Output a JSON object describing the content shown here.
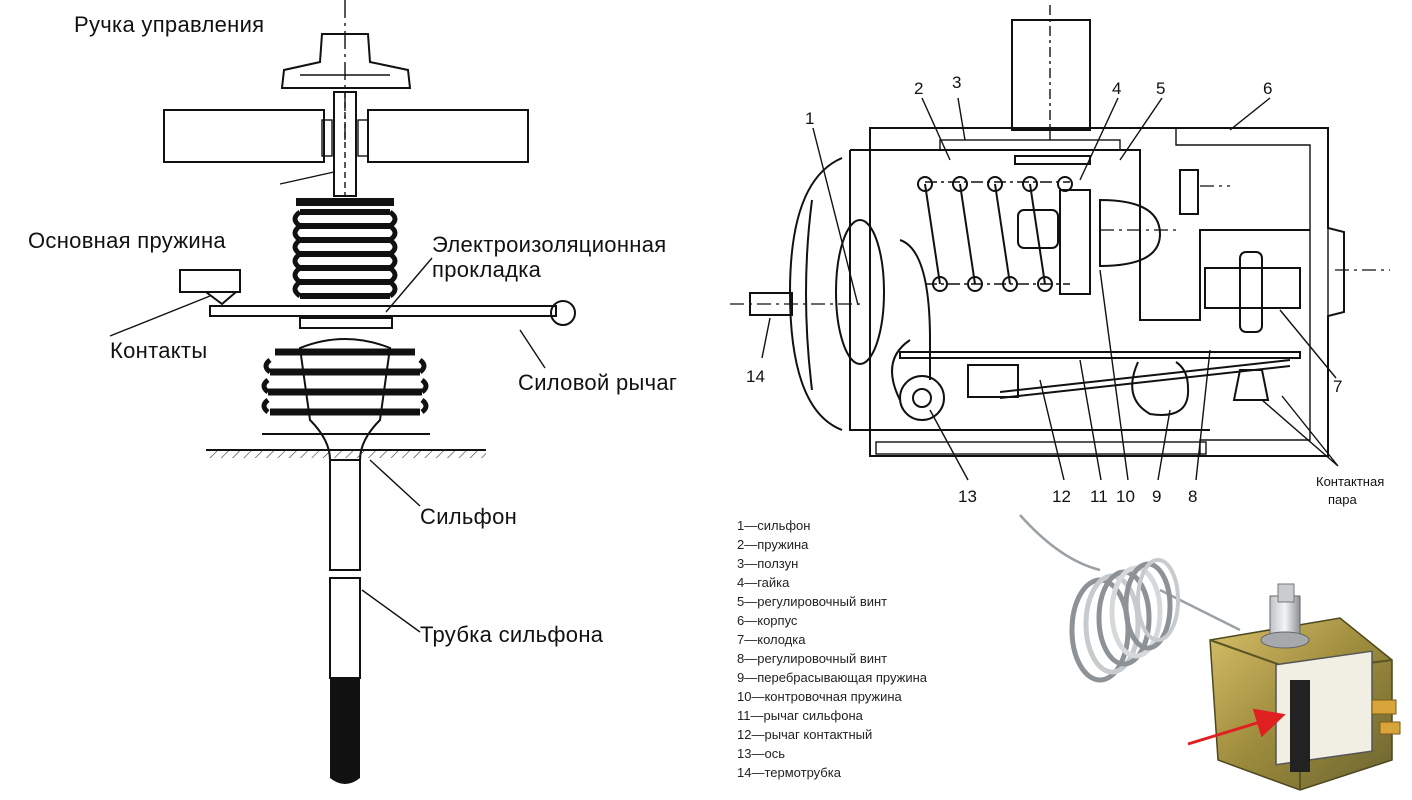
{
  "left_diagram": {
    "labels": {
      "control_knob": "Ручка управления",
      "main_spring": "Основная пружина",
      "insulating_gasket_line1": "Электроизоляционная",
      "insulating_gasket_line2": "прокладка",
      "contacts": "Контакты",
      "power_lever": "Силовой рычаг",
      "bellows": "Сильфон",
      "bellows_tube": "Трубка сильфона"
    }
  },
  "right_diagram": {
    "part_numbers": [
      "1",
      "2",
      "3",
      "4",
      "5",
      "6",
      "7",
      "8",
      "9",
      "10",
      "11",
      "12",
      "13",
      "14"
    ],
    "contact_pair_line1": "Контактная",
    "contact_pair_line2": "пара"
  },
  "legend": [
    "1—сильфон",
    "2—пружина",
    "3—ползун",
    "4—гайка",
    "5—регулировочный винт",
    "6—корпус",
    "7—колодка",
    "8—регулировочный винт",
    "9—перебрасывающая пружина",
    "10—контровочная пружина",
    "11—рычаг сильфона",
    "12—рычаг контактный",
    "13—ось",
    "14—термотрубка"
  ],
  "photo": {
    "arrow_color": "#e02020"
  }
}
